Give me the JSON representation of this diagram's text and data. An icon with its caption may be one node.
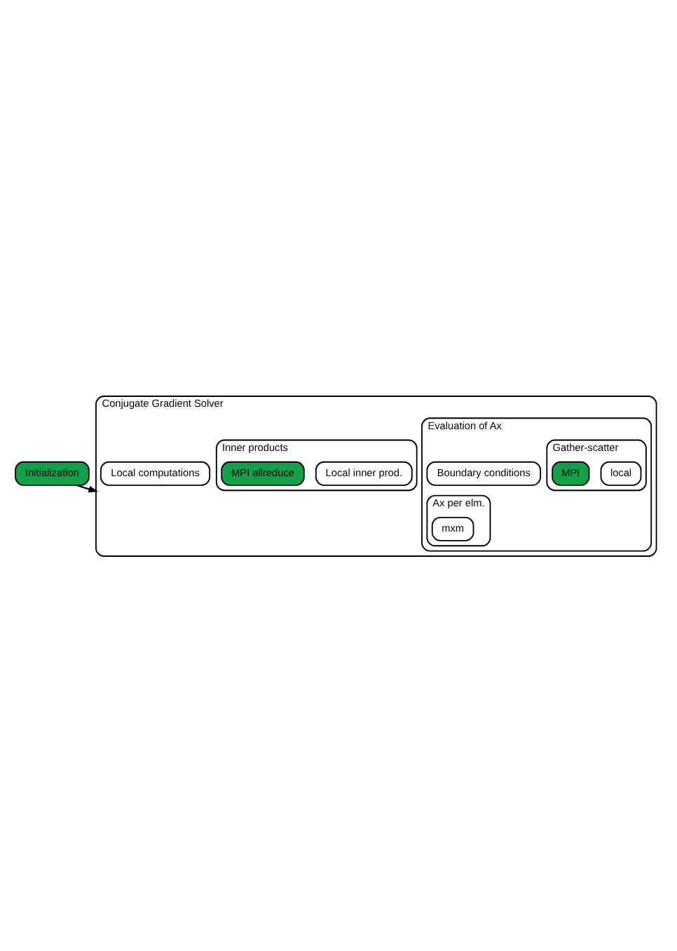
{
  "diagram": {
    "nodes": [
      {
        "text": [
          "Initialization"
        ]
      },
      {
        "text": [
          "Conjugate Gradient Solver"
        ]
      },
      {
        "text": [
          "Evaluation of Ax"
        ],
        "in": 1
      },
      {
        "text": [
          "Ax per elm."
        ],
        "in": 2
      },
      {
        "text": [
          "mxm"
        ],
        "in": 3
      },
      {
        "text": [
          "Gather-scatter"
        ],
        "in": 2
      },
      {
        "text": [
          "local"
        ],
        "in": 5
      },
      {
        "text": [
          "MPI"
        ],
        "in": 5
      },
      {
        "text": [
          "Boundary conditions"
        ],
        "in": 2
      },
      {
        "text": [
          "Inner products"
        ],
        "in": 1
      },
      {
        "text": [
          "Local inner prod."
        ],
        "in": 9
      },
      {
        "text": [
          "MPI allreduce"
        ],
        "in": 9
      },
      {
        "text": [
          "Local computations"
        ],
        "in": 1
      }
    ],
    "edges": [
      {
        "from": 0,
        "to": 1,
        "arrow": "to"
      }
    ]
  }
}
